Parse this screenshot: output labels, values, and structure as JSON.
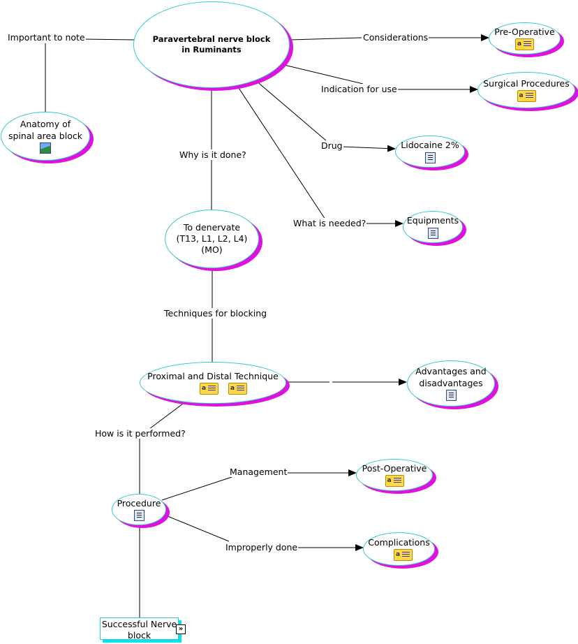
{
  "nodes": {
    "root": {
      "text": "Paravertebral nerve block\nin Ruminants"
    },
    "pre_operative": {
      "text": "Pre-Operative",
      "icon": "note-icon"
    },
    "surgical_procedures": {
      "text": "Surgical Procedures",
      "icon": "note-icon"
    },
    "lidocaine": {
      "text": "Lidocaine 2%",
      "icon": "document-icon"
    },
    "equipments": {
      "text": "Equipments",
      "icon": "document-icon"
    },
    "anatomy": {
      "text": "Anatomy of\nspinal area block",
      "icon": "image-icon"
    },
    "denervate": {
      "text": "To denervate\n(T13, L1, L2, L4)\n(MO)"
    },
    "proximal_distal": {
      "text": "Proximal and Distal Technique",
      "icon": "note-icon"
    },
    "advantages": {
      "text": "Advantages and\ndisadvantages",
      "icon": "document-icon"
    },
    "procedure": {
      "text": "Procedure",
      "icon": "document-icon"
    },
    "post_operative": {
      "text": "Post-Operative",
      "icon": "note-icon"
    },
    "complications": {
      "text": "Complications",
      "icon": "note-icon"
    },
    "successful_block": {
      "text": "Successful Nerve\nblock",
      "icon": "expand-icon"
    }
  },
  "links": {
    "important": "Important to note",
    "considerations": "Considerations",
    "indication": "Indication for use",
    "drug": "Drug",
    "needed": "What is needed?",
    "why": "Why is it done?",
    "techniques": "Techniques for blocking",
    "how": "How is it performed?",
    "management": "Management",
    "improperly": "Improperly done"
  },
  "colors": {
    "node_border": "#33c9c9",
    "node_shadow": "#e010e0",
    "rect_shadow": "#00e6f0",
    "note_icon": "#ffd84a"
  }
}
